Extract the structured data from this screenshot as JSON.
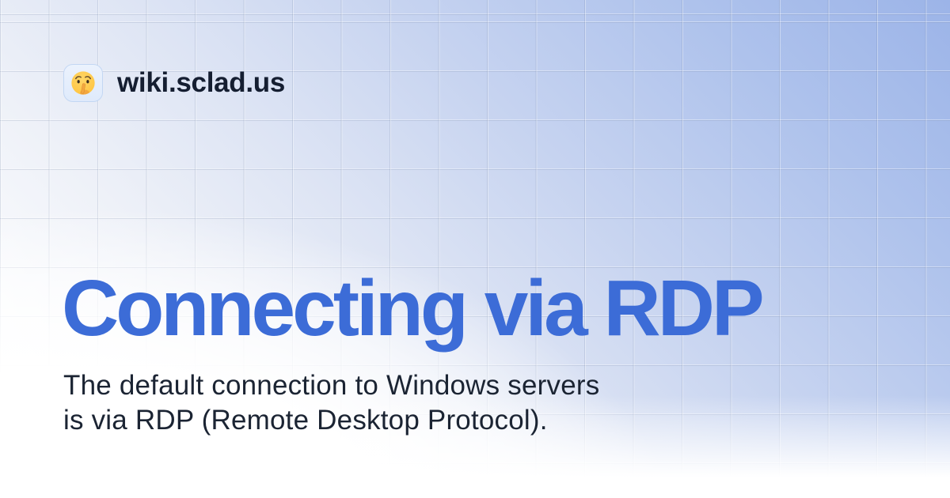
{
  "brand": {
    "domain": "wiki.sclad.us",
    "logo_icon": "shushing-face-emoji",
    "logo_emoji": "🤫"
  },
  "hero": {
    "title": "Connecting via RDP",
    "subtitle_line1": "The default connection to Windows servers",
    "subtitle_line2": "is via RDP (Remote Desktop Protocol)."
  },
  "colors": {
    "accent_blue": "#3C6CD7",
    "text_dark": "#1B2433",
    "brand_text": "#151E31",
    "background_blue_corner": "#9DB5E9",
    "background_white": "#FFFFFF",
    "grid_line": "#A9B6CE",
    "badge_background": "#E5EEFC",
    "badge_border": "#C3D7F3",
    "emoji_face": "#FFCB45",
    "emoji_hand": "#F3A73F"
  }
}
